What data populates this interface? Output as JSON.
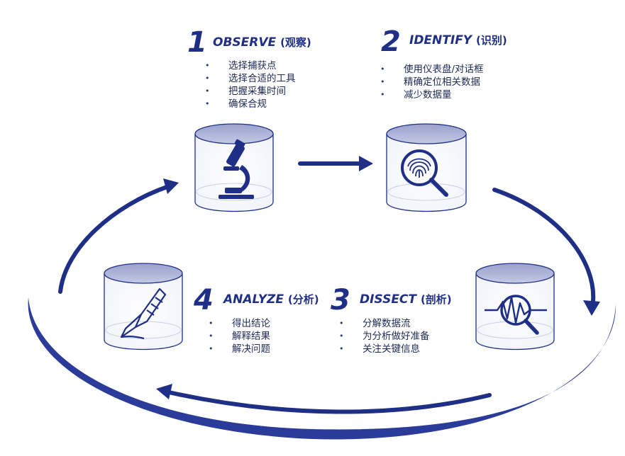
{
  "steps": [
    {
      "num": "1",
      "title": "OBSERVE",
      "title_cn": "(观察)",
      "icon": "microscope-icon",
      "items": [
        "选择捕获点",
        "选择合适的工具",
        "把握采集时间",
        "确保合规"
      ]
    },
    {
      "num": "2",
      "title": "IDENTIFY",
      "title_cn": "(识别)",
      "icon": "fingerprint-magnifier-icon",
      "items": [
        "使用仪表盘/对话框",
        "精确定位相关数据",
        "减少数据量"
      ]
    },
    {
      "num": "3",
      "title": "DISSECT",
      "title_cn": "(剖析)",
      "icon": "waveform-magnifier-icon",
      "items": [
        "分解数据流",
        "为分析做好准备",
        "关注关键信息"
      ]
    },
    {
      "num": "4",
      "title": "ANALYZE",
      "title_cn": "(分析)",
      "icon": "scalpel-icon",
      "items": [
        "得出结论",
        "解释结果",
        "解决问题"
      ]
    }
  ],
  "colors": {
    "navy": "#1f2f86",
    "ring": "#2a3a96",
    "text": "#1e2a55",
    "cylinder_top": "#aab1d6"
  }
}
